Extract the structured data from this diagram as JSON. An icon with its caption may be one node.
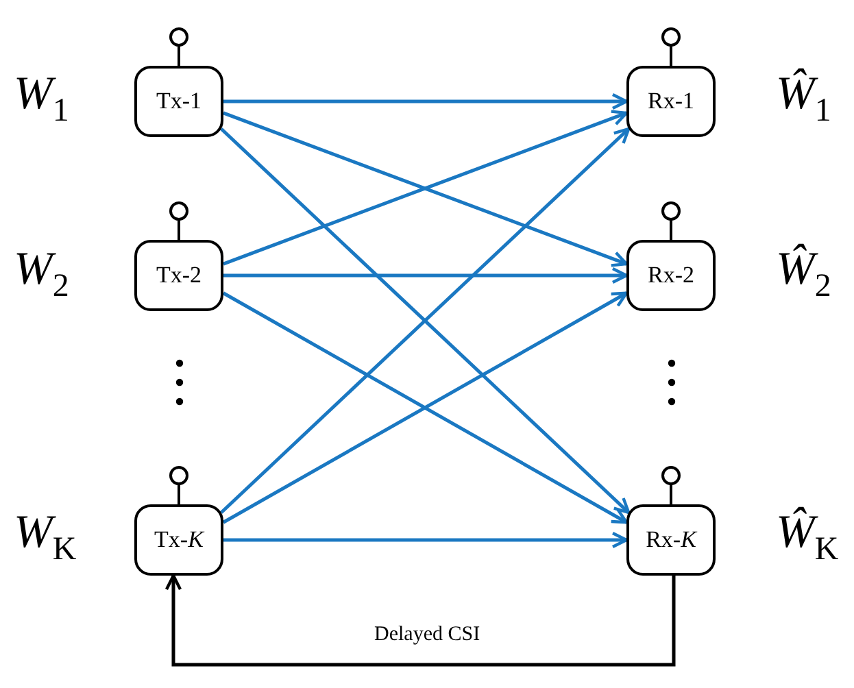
{
  "diagram": {
    "nodes": [
      {
        "text": [
          "Tx-1"
        ]
      },
      {
        "text": [
          "Tx-2"
        ]
      },
      {
        "text": [
          "Tx-*K*"
        ]
      },
      {
        "text": [
          "Rx-1"
        ]
      },
      {
        "text": [
          "Rx-2"
        ]
      },
      {
        "text": [
          "Rx-*K*"
        ]
      }
    ],
    "edges": [
      {
        "from": 0,
        "to": 3,
        "arrow": "to"
      },
      {
        "from": 0,
        "to": 4,
        "arrow": "to"
      },
      {
        "from": 0,
        "to": 5,
        "arrow": "to"
      },
      {
        "from": 1,
        "to": 3,
        "arrow": "to"
      },
      {
        "from": 1,
        "to": 4,
        "arrow": "to"
      },
      {
        "from": 1,
        "to": 5,
        "arrow": "to"
      },
      {
        "from": 2,
        "to": 3,
        "arrow": "to"
      },
      {
        "from": 2,
        "to": 4,
        "arrow": "to"
      },
      {
        "from": 2,
        "to": 5,
        "arrow": "to"
      },
      {
        "from": 5,
        "to": 2,
        "arrow": "to",
        "label": "Delayed CSI",
        "color": "#000000"
      }
    ],
    "labels": [
      "*W*$_{1}$",
      "*Ŵ*$_{1}$",
      "*W*$_{2}$",
      "*Ŵ*$_{2}$",
      "*W*$_{K}$",
      "*Ŵ*$_{K}$"
    ]
  }
}
